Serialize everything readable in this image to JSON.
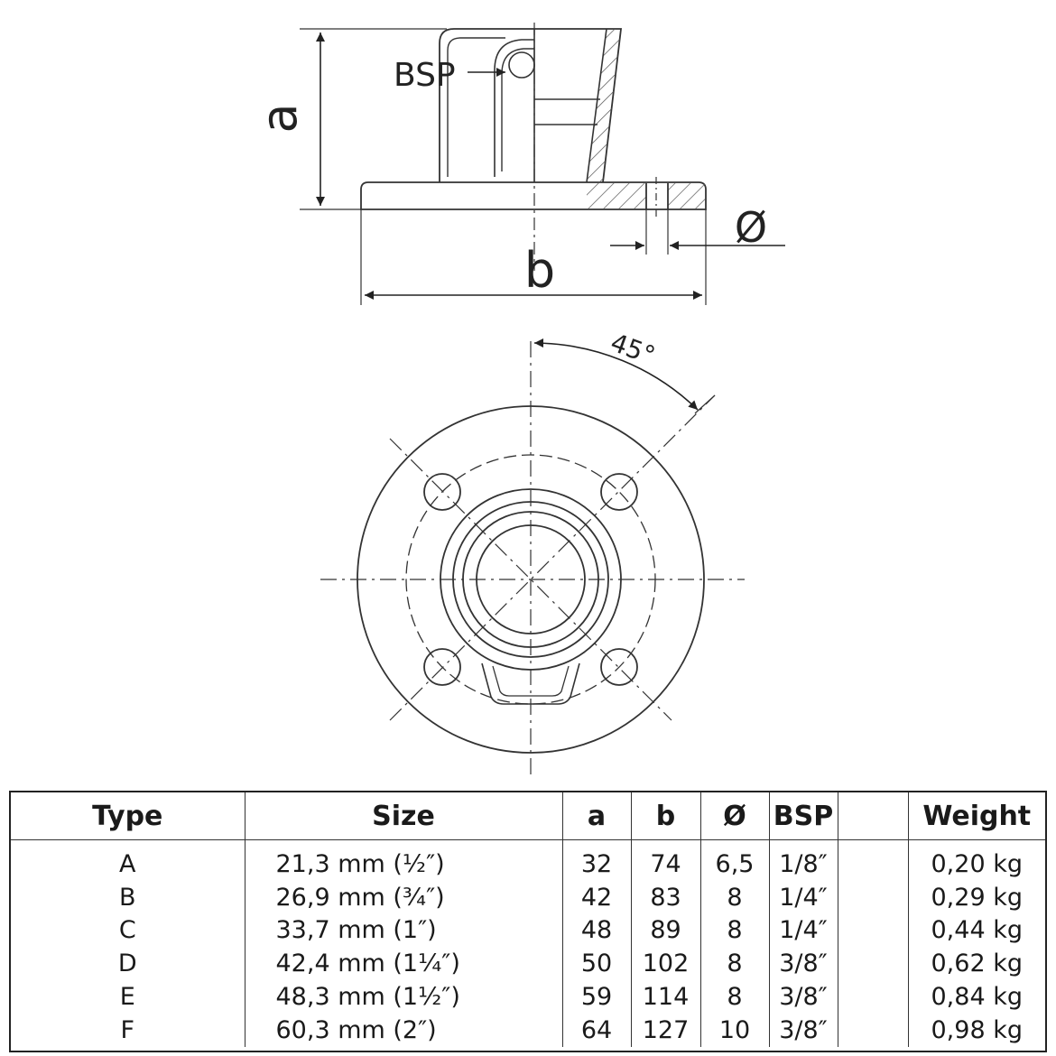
{
  "drawing": {
    "labels": {
      "bsp": "BSP",
      "a": "a",
      "b": "b",
      "diameter": "Ø",
      "angle": "45°"
    }
  },
  "table": {
    "headers": [
      "Type",
      "Size",
      "a",
      "b",
      "Ø",
      "BSP",
      "",
      "Weight"
    ],
    "rows": [
      [
        "A",
        "21,3 mm (½″)",
        "32",
        "74",
        "6,5",
        "1/8″",
        "",
        "0,20 kg"
      ],
      [
        "B",
        "26,9 mm (¾″)",
        "42",
        "83",
        "8",
        "1/4″",
        "",
        "0,29 kg"
      ],
      [
        "C",
        "33,7 mm (1″)",
        "48",
        "89",
        "8",
        "1/4″",
        "",
        "0,44 kg"
      ],
      [
        "D",
        "42,4 mm (1¼″)",
        "50",
        "102",
        "8",
        "3/8″",
        "",
        "0,62 kg"
      ],
      [
        "E",
        "48,3 mm (1½″)",
        "59",
        "114",
        "8",
        "3/8″",
        "",
        "0,84 kg"
      ],
      [
        "F",
        "60,3 mm (2″)",
        "64",
        "127",
        "10",
        "3/8″",
        "",
        "0,98 kg"
      ]
    ]
  }
}
